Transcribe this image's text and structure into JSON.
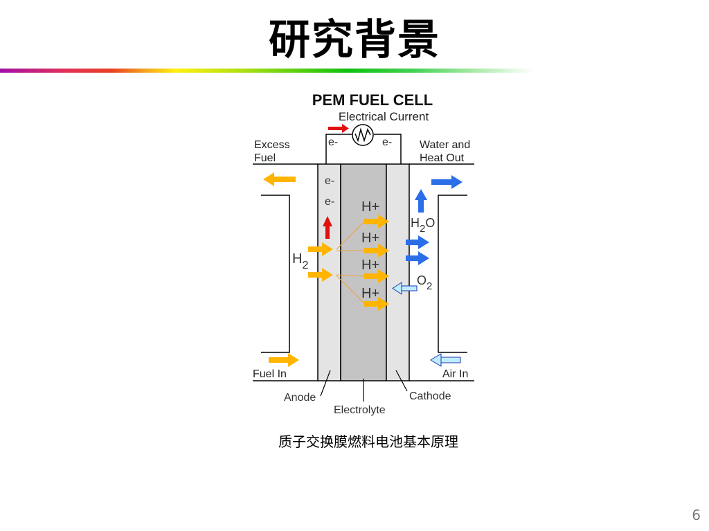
{
  "slide": {
    "title": "研究背景",
    "page_number": "6",
    "caption": "质子交换膜燃料电池基本原理"
  },
  "diagram": {
    "title": "PEM FUEL CELL",
    "circuit_label": "Electrical Current",
    "electron_left": "e-",
    "electron_right": "e-",
    "anode_electrons": [
      "e-",
      "e-"
    ],
    "excess_fuel": [
      "Excess",
      "Fuel"
    ],
    "water_heat_out": [
      "Water and",
      "Heat Out"
    ],
    "fuel_in": "Fuel In",
    "air_in": "Air In",
    "h2_label": "H",
    "h2_sub": "2",
    "h2o_label": "H",
    "h2o_sub": "2",
    "h2o_tail": "O",
    "o2_label": "O",
    "o2_sub": "2",
    "protons": [
      "H+",
      "H+",
      "H+",
      "H+"
    ],
    "anode": "Anode",
    "electrolyte": "Electrolyte",
    "cathode": "Cathode",
    "colors": {
      "fuel_arrow": "#ffb400",
      "electron_arrow": "#e01010",
      "water_arrow": "#2a6ee8",
      "air_arrow": "#c0ecff",
      "electrode": "#e4e4e4",
      "electrolyte": "#c4c4c4"
    }
  }
}
